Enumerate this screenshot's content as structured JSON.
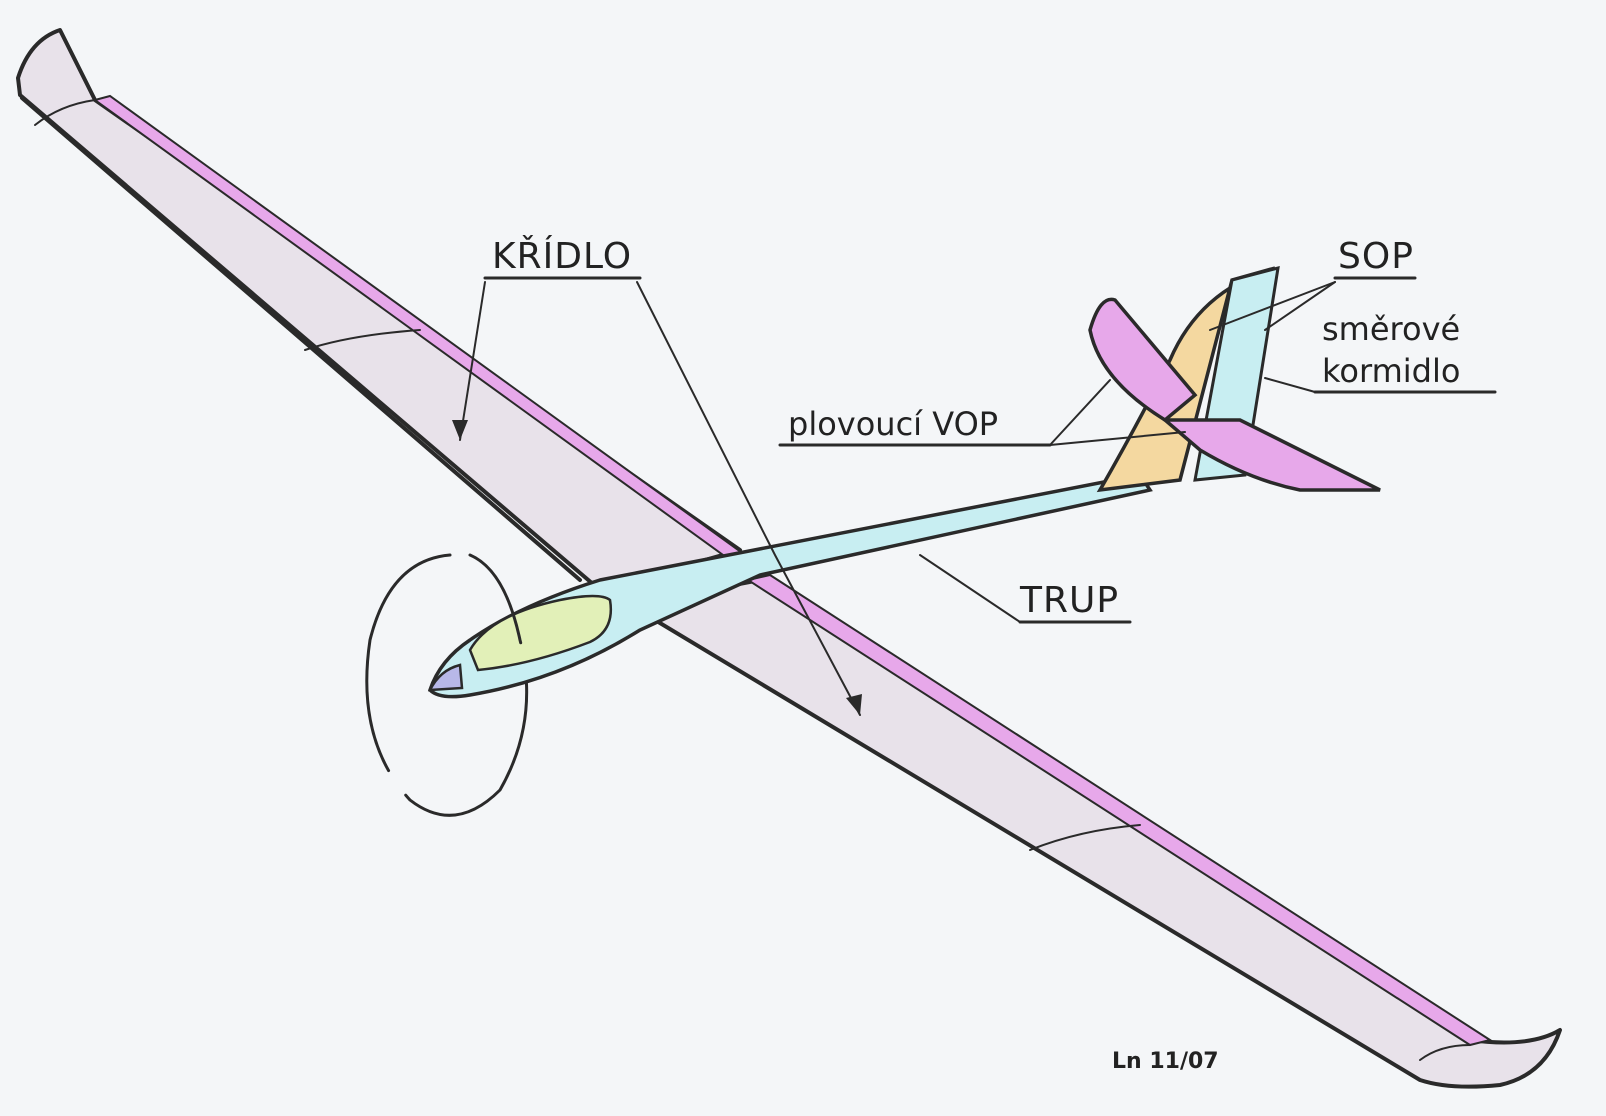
{
  "labels": {
    "kridlo": "KŘÍDLO",
    "sop": "SOP",
    "smerove": "směrové",
    "kormidlo": "kormidlo",
    "plovouci_vop": "plovoucí VOP",
    "trup": "TRUP"
  },
  "signature": "Ln 11/07",
  "colors": {
    "background": "#f4f6f8",
    "wing": "#e8e2ea",
    "control_surface": "#e7a8ea",
    "fuselage": "#c8eef2",
    "canopy": "#e2f0b8",
    "fin": "#f4d8a0",
    "ink": "#2a2a2a"
  }
}
